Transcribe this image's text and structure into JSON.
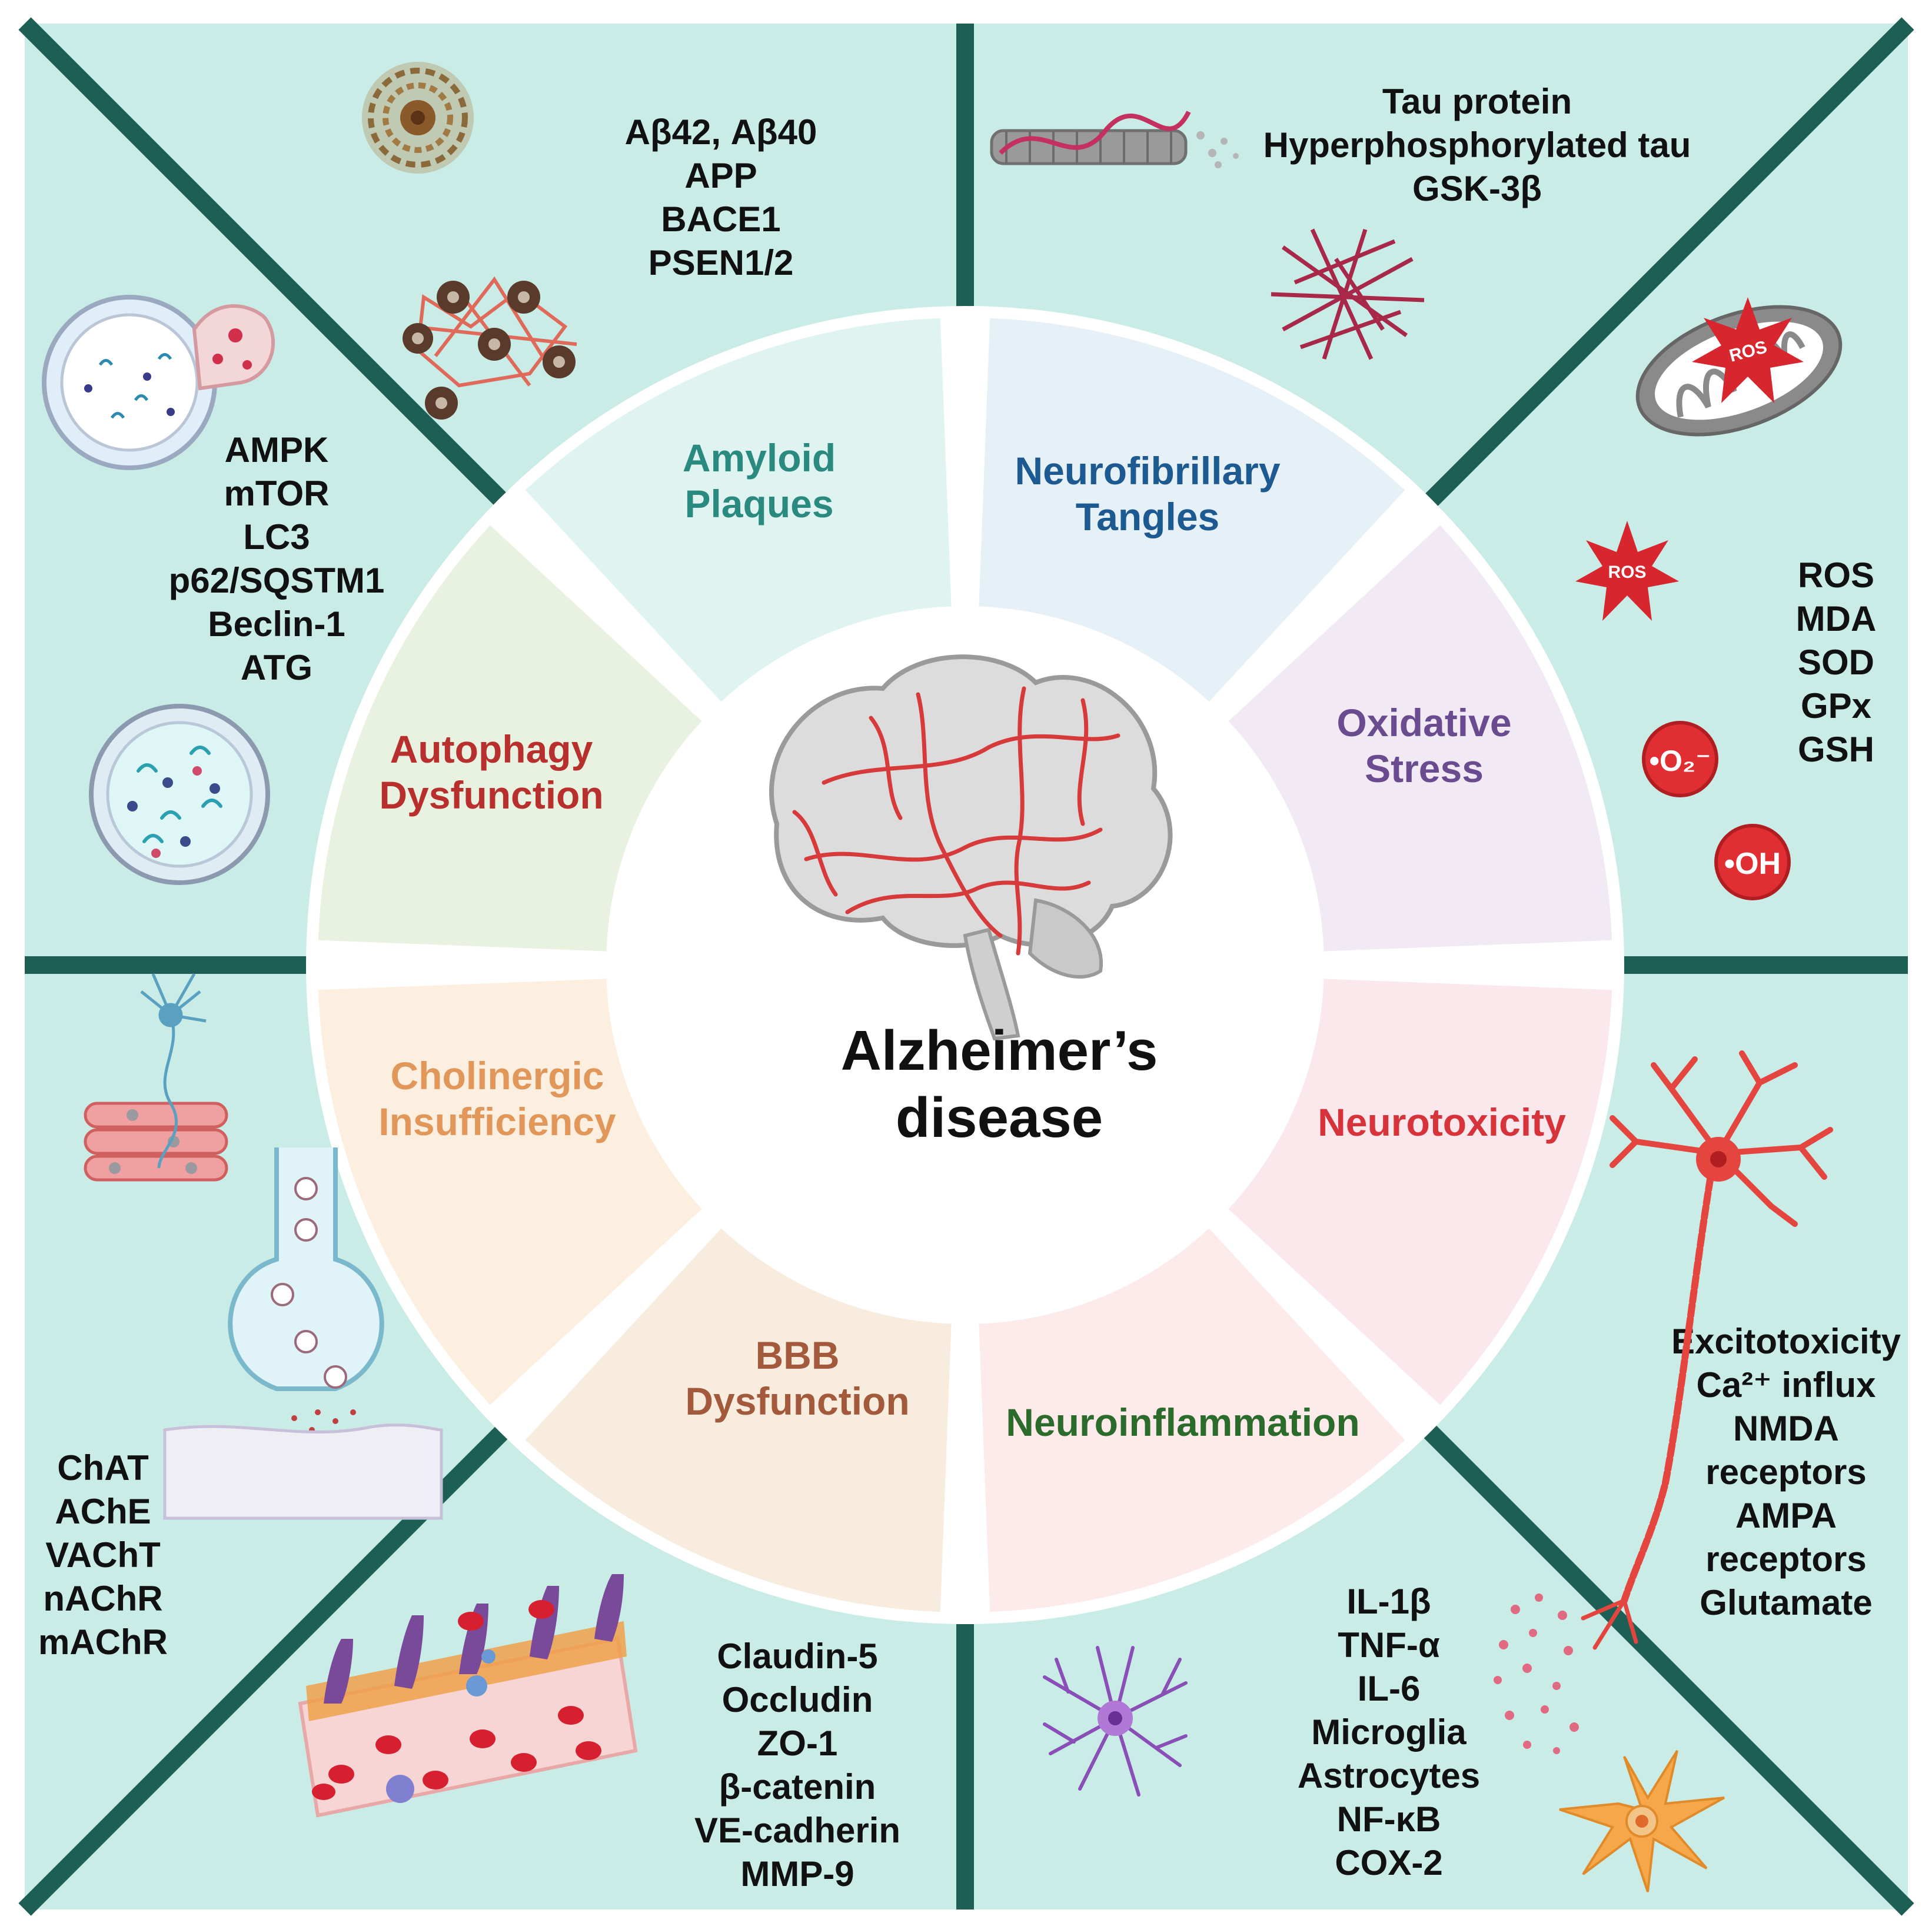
{
  "center": {
    "line1": "Alzheimer’s",
    "line2": "disease"
  },
  "segments": [
    {
      "id": "amyloid",
      "title_lines": [
        "Amyloid",
        "Plaques"
      ],
      "color": "#2a8a80",
      "fill": "#dff4f0"
    },
    {
      "id": "tangles",
      "title_lines": [
        "Neurofibrillary",
        "Tangles"
      ],
      "color": "#1c5a91",
      "fill": "#e6f0f7"
    },
    {
      "id": "oxidative",
      "title_lines": [
        "Oxidative",
        "Stress"
      ],
      "color": "#6b4b8f",
      "fill": "#f1e9f3"
    },
    {
      "id": "neurotoxicity",
      "title_lines": [
        "Neurotoxicity"
      ],
      "color": "#d6343a",
      "fill": "#fbe8ec"
    },
    {
      "id": "neuroinflammation",
      "title_lines": [
        "Neuroinflammation"
      ],
      "color": "#2b6b2b",
      "fill": "#fdeaea"
    },
    {
      "id": "bbb",
      "title_lines": [
        "BBB",
        "Dysfunction"
      ],
      "color": "#a35a3c",
      "fill": "#f8ecdf"
    },
    {
      "id": "cholinergic",
      "title_lines": [
        "Cholinergic",
        "Insufficiency"
      ],
      "color": "#e2975a",
      "fill": "#fcefdf"
    },
    {
      "id": "autophagy",
      "title_lines": [
        "Autophagy",
        "Dysfunction"
      ],
      "color": "#b8302d",
      "fill": "#e9f2e0"
    }
  ],
  "markers": {
    "amyloid": [
      "Aβ42, Aβ40",
      "APP",
      "BACE1",
      "PSEN1/2"
    ],
    "tangles": [
      "Tau protein",
      "Hyperphosphorylated tau",
      "GSK-3β"
    ],
    "oxidative": [
      "ROS",
      "MDA",
      "SOD",
      "GPx",
      "GSH"
    ],
    "neurotoxicity": [
      "Excitotoxicity",
      "Ca²⁺ influx",
      "NMDA",
      "receptors",
      "AMPA",
      "receptors",
      "Glutamate"
    ],
    "neuroinflammation": [
      "IL-1β",
      "TNF-α",
      "IL-6",
      "Microglia",
      "Astrocytes",
      "NF-κB",
      "COX-2"
    ],
    "bbb": [
      "Claudin-5",
      "Occludin",
      "ZO-1",
      "β-catenin",
      "VE-cadherin",
      "MMP-9"
    ],
    "cholinergic": [
      "ChAT",
      "AChE",
      "VAChT",
      "nAChR",
      "mAChR"
    ],
    "autophagy": [
      "AMPK",
      "mTOR",
      "LC3",
      "p62/SQSTM1",
      "Beclin-1",
      "ATG"
    ]
  },
  "icon_labels": {
    "ros_mito": "ROS",
    "ros_burst": "ROS",
    "superoxide": "•O₂⁻",
    "hydroxyl": "•OH"
  },
  "colors": {
    "background": "#c9ece7",
    "divider": "#1d5e55",
    "ring": "#ffffff",
    "vessel_red": "#d63a3a"
  },
  "icons": [
    "amyloid-fibril-icon",
    "amyloid-plaque-icon",
    "tau-microtubule-icon",
    "tau-tangle-icon",
    "mitochondrion-icon",
    "ros-burst-icon",
    "superoxide-radical-icon",
    "hydroxyl-radical-icon",
    "neuron-icon",
    "astrocyte-icon",
    "microglia-icon",
    "cytokine-dots-icon",
    "blood-vessel-icon",
    "synapse-icon",
    "muscle-fiber-icon",
    "autophagosome-icon",
    "lysosome-icon",
    "brain-icon"
  ]
}
